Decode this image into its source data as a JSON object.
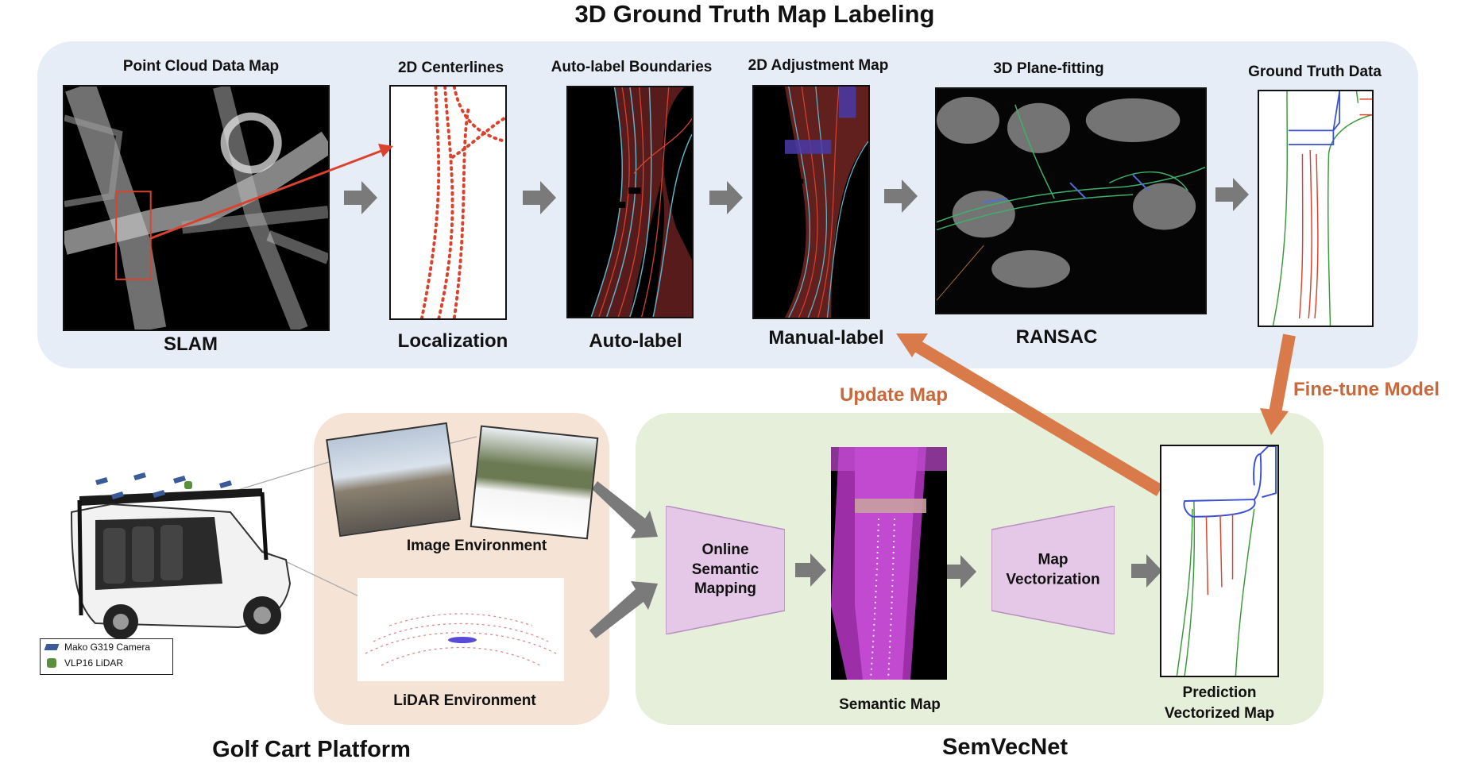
{
  "title": "3D Ground Truth Map Labeling",
  "top_pipeline": {
    "stages": [
      {
        "heading": "Point Cloud Data Map",
        "label": "SLAM"
      },
      {
        "heading": "2D Centerlines",
        "label": "Localization"
      },
      {
        "heading": "Auto-label Boundaries",
        "label": "Auto-label"
      },
      {
        "heading": "2D Adjustment Map",
        "label": "Manual-label"
      },
      {
        "heading": "3D Plane-fitting",
        "label": "RANSAC"
      },
      {
        "heading": "Ground Truth Data",
        "label": ""
      }
    ]
  },
  "feedback": {
    "update_map": "Update Map",
    "fine_tune": "Fine-tune Model"
  },
  "golf_cart": {
    "title": "Golf Cart Platform",
    "legend": [
      {
        "label": "Mako G319 Camera",
        "color": "#3a5a9a"
      },
      {
        "label": "VLP16 LiDAR",
        "color": "#5a8f3c"
      }
    ]
  },
  "sensors": {
    "image_env": "Image Environment",
    "lidar_env": "LiDAR Environment"
  },
  "semvecnet": {
    "title": "SemVecNet",
    "online_mapping": "Online Semantic Mapping",
    "online_mapping_lines": [
      "Online",
      "Semantic",
      "Mapping"
    ],
    "semantic_map": "Semantic Map",
    "vectorization_lines": [
      "Map",
      "Vectorization"
    ],
    "prediction_lines": [
      "Prediction",
      "Vectorized Map"
    ]
  },
  "colors": {
    "top_panel": "#e6edf6",
    "sensor_panel": "#f5e3d5",
    "semvec_panel": "#e5efd9",
    "module": "#e5c8e8",
    "orange": "#c9683a",
    "gray_arrow": "#7a7a7a"
  }
}
